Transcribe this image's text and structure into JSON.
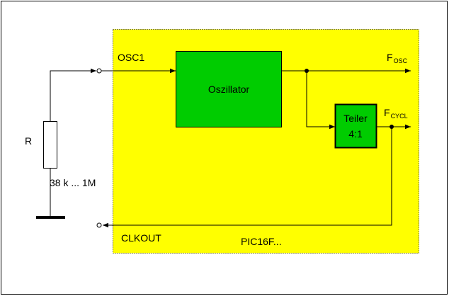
{
  "labels": {
    "osc1": "OSC1",
    "oscillator": "Oszillator",
    "teiler_line1": "Teiler",
    "teiler_line2": "4:1",
    "fosc_main": "F",
    "fosc_sub": "OSC",
    "fcycl_main": "F",
    "fcycl_sub": "CYCL",
    "resistor": "R",
    "resistor_range": "38 k ... 1M",
    "clkout": "CLKOUT",
    "chip": "PIC16F..."
  },
  "colors": {
    "chip_fill": "#ffff00",
    "block_fill": "#00cc00",
    "line": "#000000",
    "background": "#ffffff"
  },
  "icons": {
    "resistor": "resistor-symbol",
    "ground": "ground-symbol",
    "pin": "open-circle-terminal",
    "junction": "filled-dot",
    "arrow": "arrowhead"
  }
}
